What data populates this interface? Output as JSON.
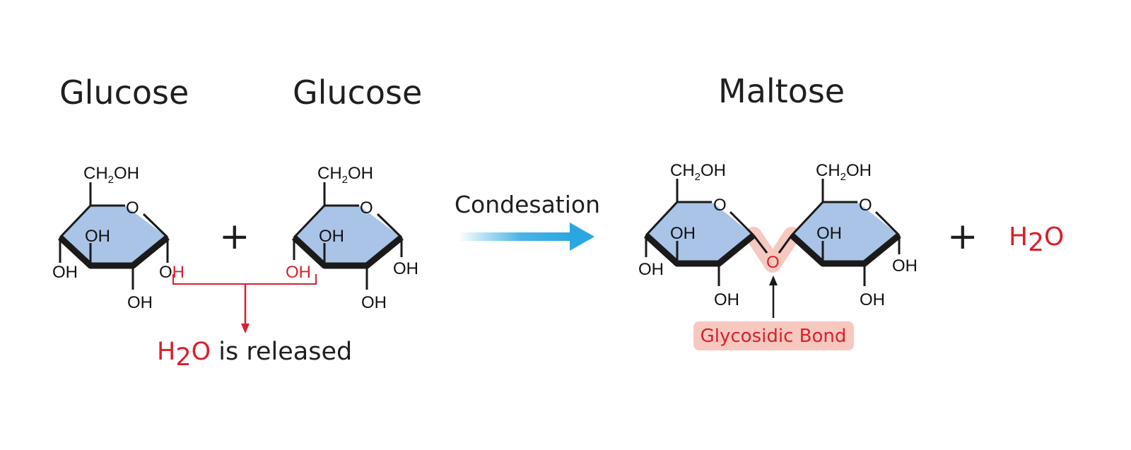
{
  "reactants": {
    "glucose_1": {
      "title": "Glucose",
      "ch2oh": {
        "main": "CH",
        "sub": "2",
        "end": "OH"
      },
      "ring_o": "O",
      "inner_oh": "OH",
      "left_oh": "OH",
      "bottom_oh": "OH",
      "right_oh": {
        "o": "O",
        "h": "H"
      }
    },
    "plus": "+",
    "glucose_2": {
      "title": "Glucose",
      "ch2oh": {
        "main": "CH",
        "sub": "2",
        "end": "OH"
      },
      "ring_o": "O",
      "inner_oh": "OH",
      "left_oh": "OH",
      "bottom_oh": "OH",
      "right_oh": "OH"
    }
  },
  "released": {
    "h": "H",
    "sub": "2",
    "o": "O",
    "text": " is released"
  },
  "reaction": {
    "label": "Condesation"
  },
  "product": {
    "title": "Maltose",
    "ring1": {
      "ch2oh": {
        "main": "CH",
        "sub": "2",
        "end": "OH"
      },
      "ring_o": "O",
      "inner_oh": "OH",
      "left_oh": "OH",
      "bottom_oh": "OH"
    },
    "bridge_o": "O",
    "ring2": {
      "ch2oh": {
        "main": "CH",
        "sub": "2",
        "end": "OH"
      },
      "ring_o": "O",
      "inner_oh": "OH",
      "right_oh": "OH",
      "bottom_oh": "OH"
    },
    "bond_label": "Glycosidic Bond"
  },
  "byproduct": {
    "plus": "+",
    "h": "H",
    "sub": "2",
    "o": "O"
  },
  "colors": {
    "ring_fill": "#a9c4e6",
    "stroke": "#1a1a1a",
    "red": "#d9202c",
    "bond_highlight": "#f6c8c0",
    "arrow": "#2aa7e0"
  }
}
